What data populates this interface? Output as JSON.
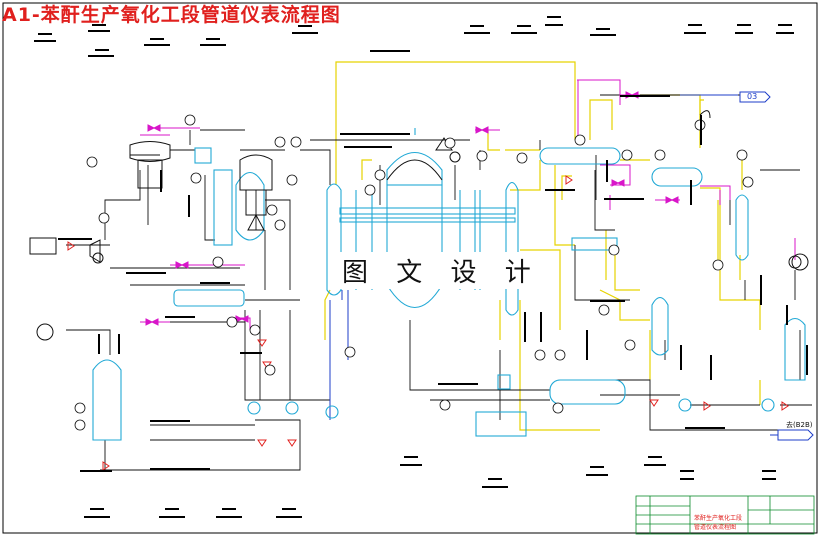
{
  "diagram": {
    "title": "A1-苯酐生产氧化工段管道仪表流程图",
    "watermark": "图 文 设 计",
    "stream_tag": "03",
    "annotation_right": "去(B2B)",
    "title_block": {
      "line1": "苯酐生产氧化工段",
      "line2": "管道仪表流程图"
    }
  }
}
